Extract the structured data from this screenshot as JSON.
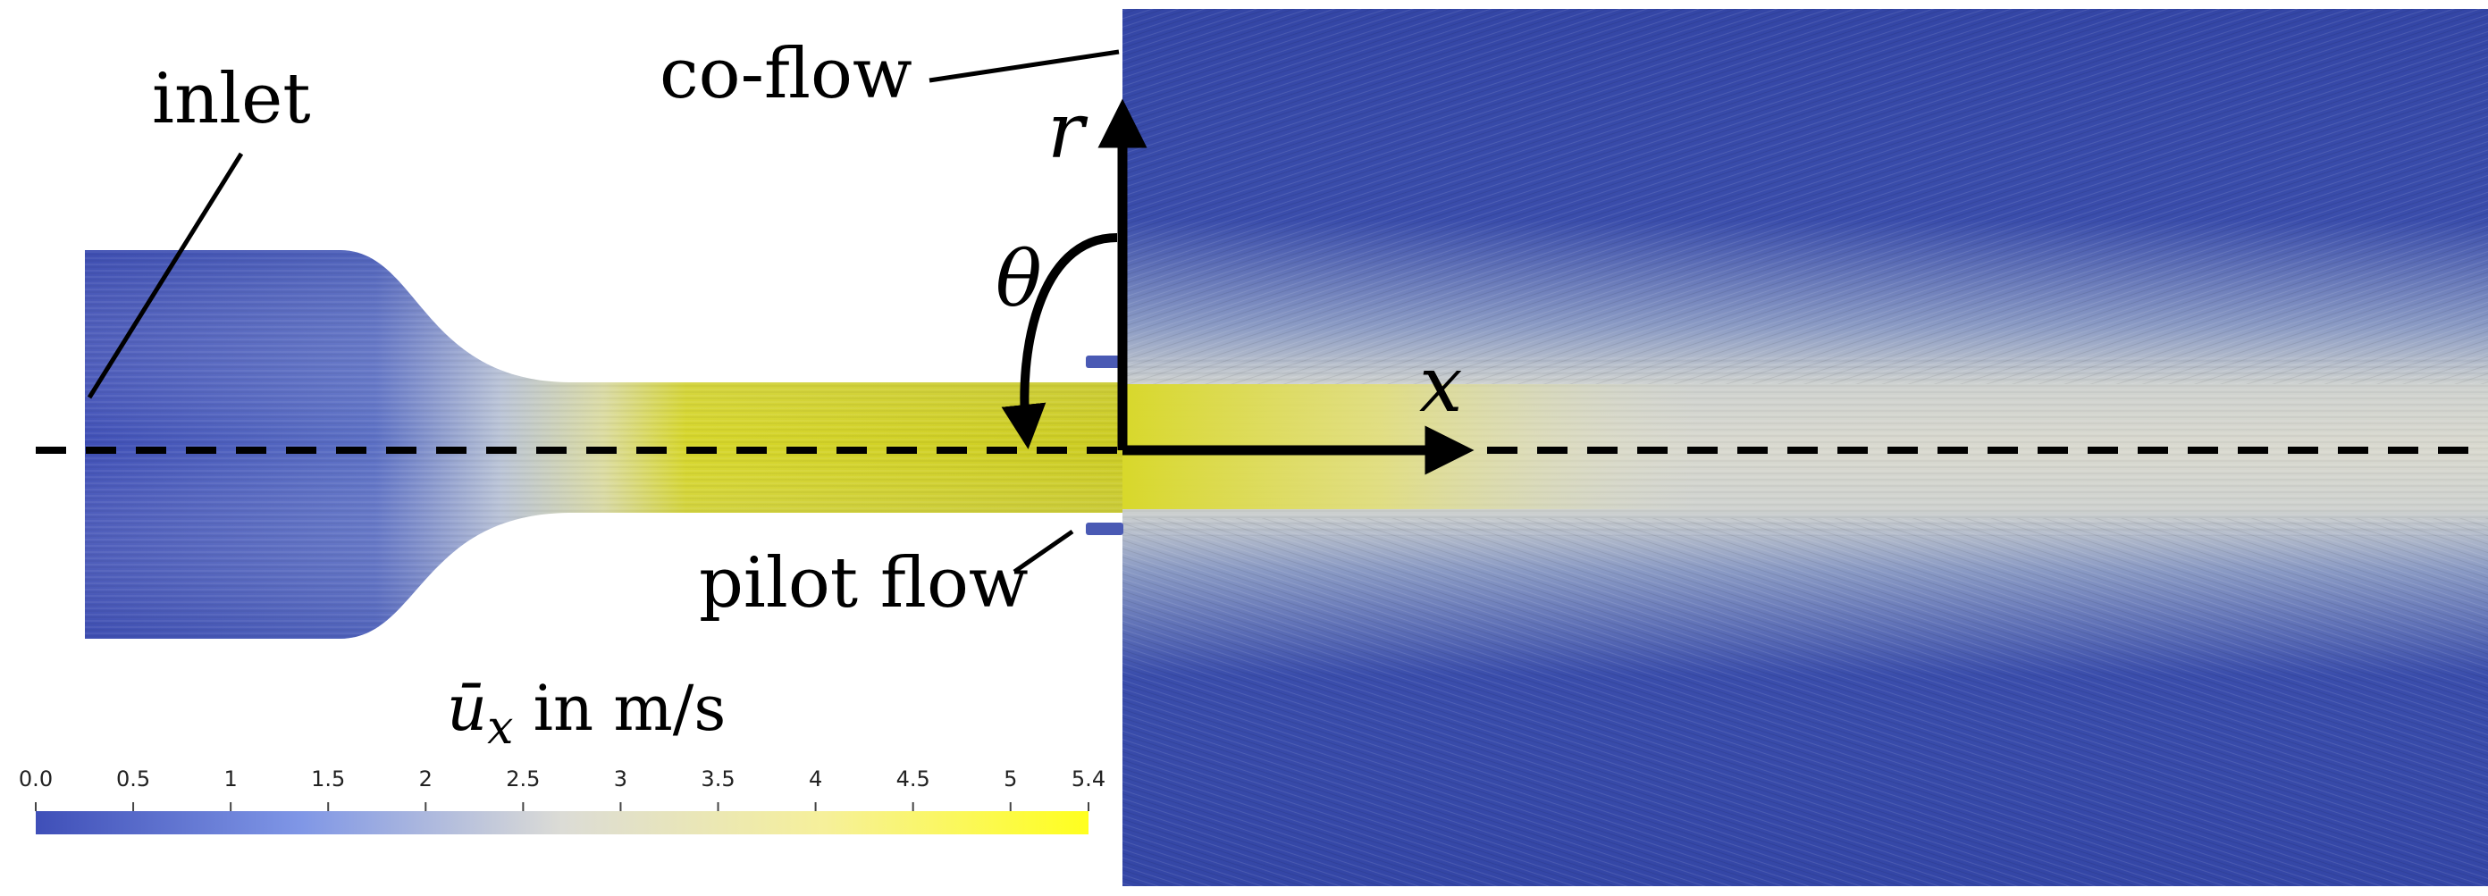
{
  "labels": {
    "inlet": "inlet",
    "coflow": "co-flow",
    "pilot": "pilot flow",
    "axis_r": "r",
    "axis_x": "x",
    "axis_theta": "θ"
  },
  "colorbar": {
    "quantity_symbol": "ū",
    "quantity_subscript": "x",
    "quantity_unit": " in m/s",
    "min": 0.0,
    "max": 5.4,
    "ticks": [
      "0.0",
      "0.5",
      "1",
      "1.5",
      "2",
      "2.5",
      "3",
      "3.5",
      "4",
      "4.5",
      "5",
      "5.4"
    ],
    "tick_values": [
      0.0,
      0.5,
      1.0,
      1.5,
      2.0,
      2.5,
      3.0,
      3.5,
      4.0,
      4.5,
      5.0,
      5.4
    ],
    "colors": {
      "low": "#3f4fb8",
      "mid": "#dcdcd6",
      "high": "#ffff1e"
    }
  }
}
